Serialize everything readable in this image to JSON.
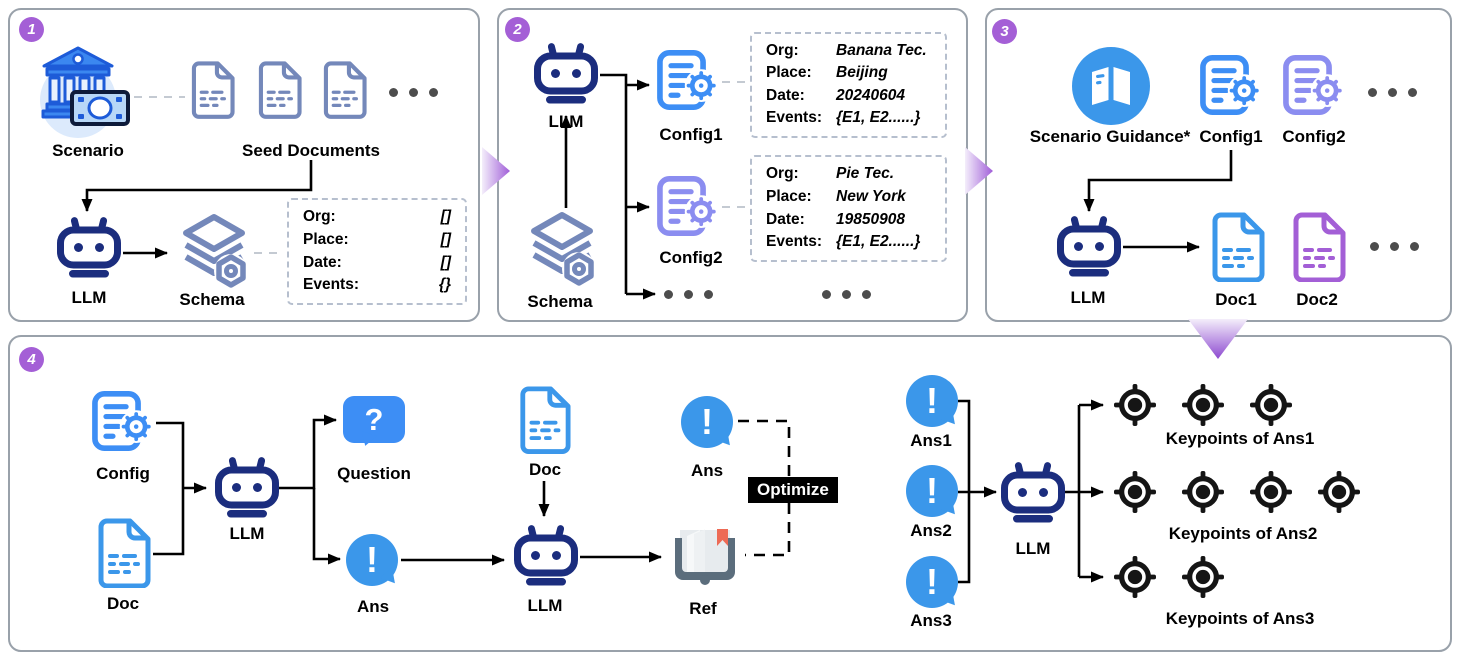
{
  "colors": {
    "llm_navy": "#1b2d7e",
    "config_blue": "#3d8ef5",
    "config_periwinkle": "#8b8df0",
    "doc_blue": "#3b97ea",
    "doc_purple": "#a35fd6",
    "seed_slate": "#7488ba",
    "badge_purple": "#a45fd6",
    "bubble_blue": "#3b97ea",
    "optimize_bg": "#000000",
    "ref_cover": "#5b6d7c",
    "ref_bookmark": "#ed6a55",
    "chevron_purple": "#9b5fd6"
  },
  "panel1": {
    "badge": "1",
    "scenario_label": "Scenario",
    "seed_documents_label": "Seed Documents",
    "llm_label": "LLM",
    "schema_label": "Schema",
    "schema_fields": [
      {
        "key": "Org:",
        "value": "[]"
      },
      {
        "key": "Place:",
        "value": "[]"
      },
      {
        "key": "Date:",
        "value": "[]"
      },
      {
        "key": "Events:",
        "value": "{}"
      }
    ]
  },
  "panel2": {
    "badge": "2",
    "llm_label": "LLM",
    "schema_label": "Schema",
    "config1_label": "Config1",
    "config2_label": "Config2",
    "config1_fields": [
      {
        "key": "Org:",
        "value": "Banana Tec."
      },
      {
        "key": "Place:",
        "value": "Beijing"
      },
      {
        "key": "Date:",
        "value": "20240604"
      },
      {
        "key": "Events:",
        "value": "{E1, E2......}"
      }
    ],
    "config2_fields": [
      {
        "key": "Org:",
        "value": "Pie Tec."
      },
      {
        "key": "Place:",
        "value": "New York"
      },
      {
        "key": "Date:",
        "value": "19850908"
      },
      {
        "key": "Events:",
        "value": "{E1, E2......}"
      }
    ]
  },
  "panel3": {
    "badge": "3",
    "scenario_guidance_label": "Scenario Guidance*",
    "config1_label": "Config1",
    "config2_label": "Config2",
    "llm_label": "LLM",
    "doc1_label": "Doc1",
    "doc2_label": "Doc2"
  },
  "panel4": {
    "badge": "4",
    "config_label": "Config",
    "doc_left_label": "Doc",
    "llm_qa_label": "LLM",
    "question_label": "Question",
    "question_glyph": "?",
    "ans_glyph": "!",
    "ans_gen_label": "Ans",
    "doc_mid_label": "Doc",
    "llm_ref_label": "LLM",
    "ref_label": "Ref",
    "ans_opt_label": "Ans",
    "optimize_label": "Optimize",
    "ans1_label": "Ans1",
    "ans2_label": "Ans2",
    "ans3_label": "Ans3",
    "llm_kp_label": "LLM",
    "keypoint_rows": [
      {
        "count": 3,
        "label": "Keypoints of Ans1"
      },
      {
        "count": 4,
        "label": "Keypoints of Ans2"
      },
      {
        "count": 2,
        "label": "Keypoints of Ans3"
      }
    ]
  }
}
